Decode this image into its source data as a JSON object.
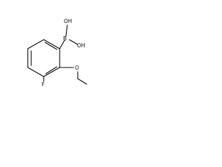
{
  "molecule": {
    "labels": {
      "boron": "B",
      "hydroxyl_top": "OH",
      "hydroxyl_right": "OH",
      "ether_oxygen": "O",
      "fluorine": "F"
    }
  }
}
